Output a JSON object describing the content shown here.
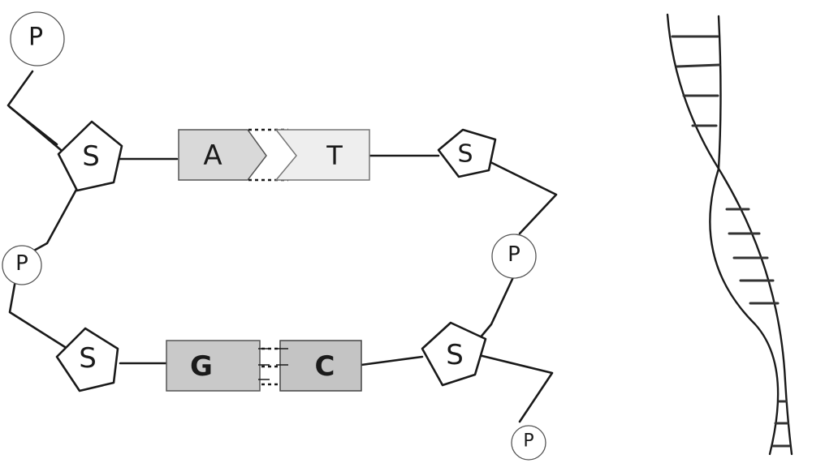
{
  "diagram": {
    "phosphate_label": "P",
    "sugar_label": "S",
    "bases": {
      "a": "A",
      "t": "T",
      "g": "G",
      "c": "C"
    }
  }
}
